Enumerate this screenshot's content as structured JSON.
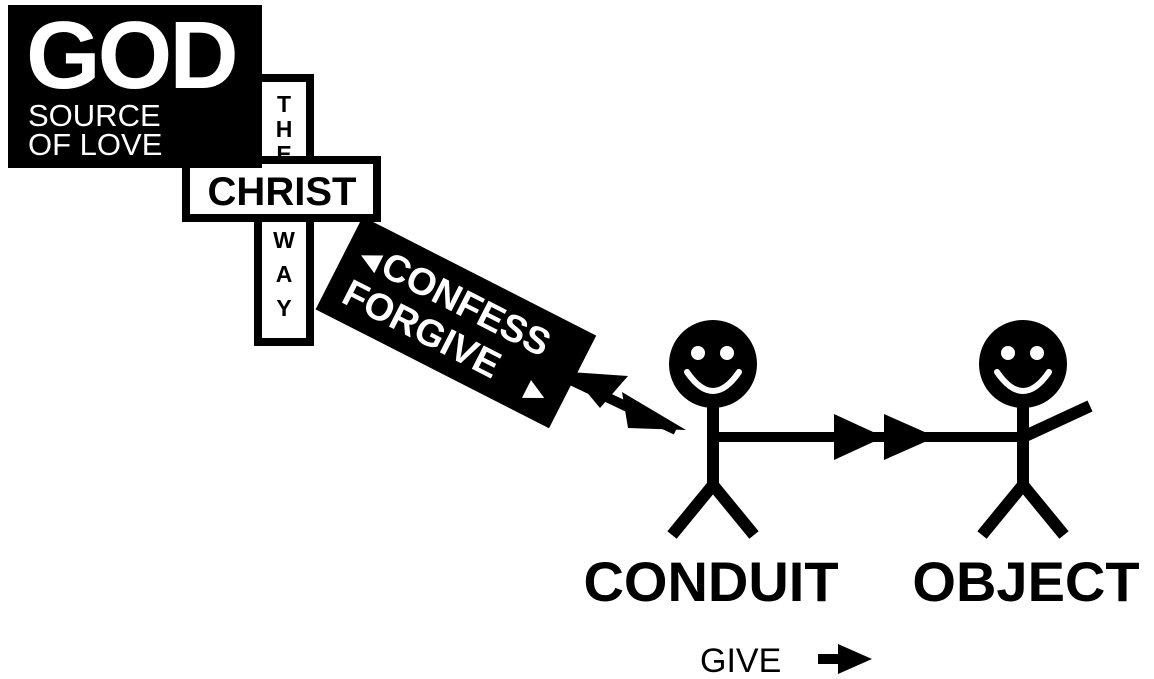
{
  "god_box": {
    "title": "GOD",
    "subtitle_line1": "SOURCE",
    "subtitle_line2": "OF LOVE"
  },
  "cross": {
    "vertical_letters_top": [
      "T",
      "H",
      "E"
    ],
    "horizontal_word": "CHRIST",
    "vertical_letters_bottom": [
      "W",
      "A",
      "Y"
    ]
  },
  "banner": {
    "line1": "CONFESS",
    "line2": "FORGIVE",
    "line1_arrow": "◀",
    "line2_arrow": "▶"
  },
  "figures": {
    "conduit_label": "CONDUIT",
    "object_label": "OBJECT"
  },
  "legend": {
    "give_label": "GIVE",
    "give_arrow": "right-arrow-icon"
  },
  "colors": {
    "ink": "#000000",
    "paper": "#ffffff"
  }
}
